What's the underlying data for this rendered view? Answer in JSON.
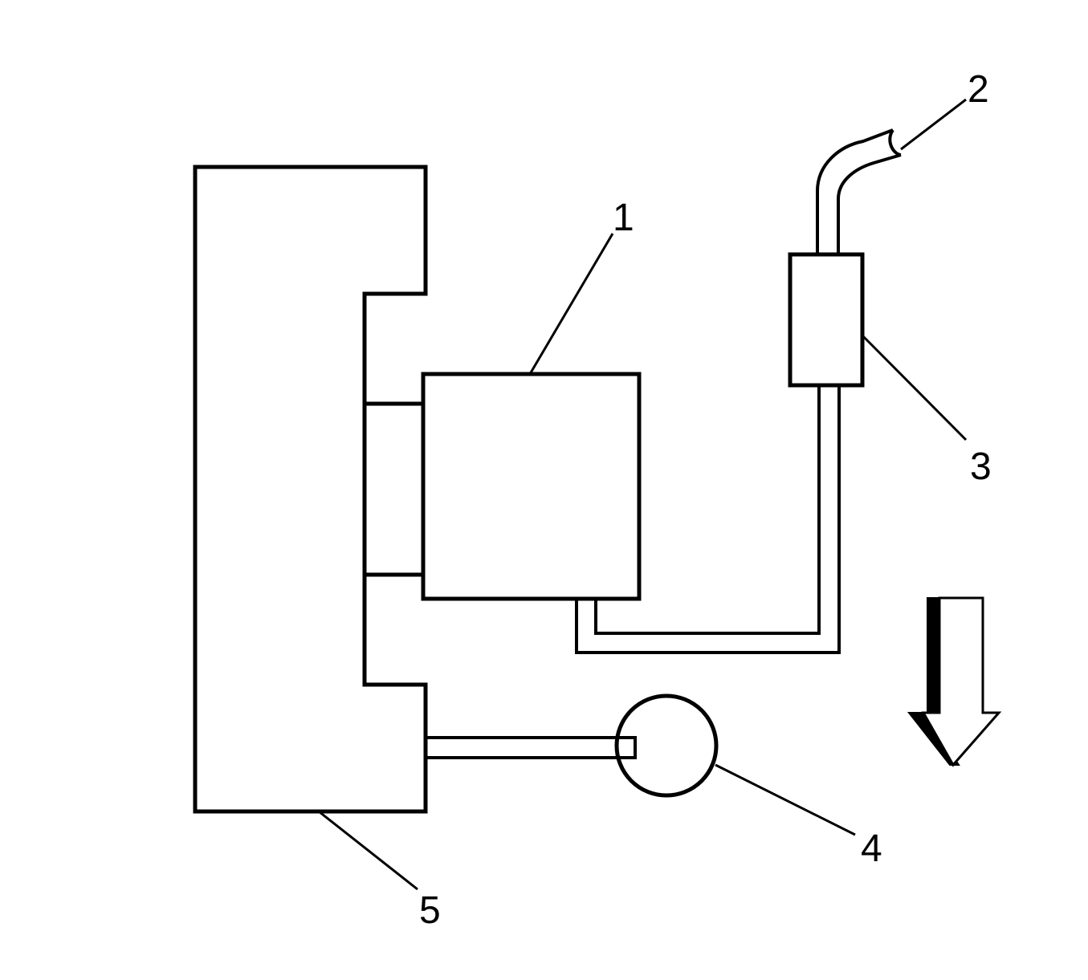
{
  "colors": {
    "stroke": "#000000",
    "background": "#ffffff"
  },
  "callouts": [
    {
      "id": "1",
      "label": "1"
    },
    {
      "id": "2",
      "label": "2"
    },
    {
      "id": "3",
      "label": "3"
    },
    {
      "id": "4",
      "label": "4"
    },
    {
      "id": "5",
      "label": "5"
    }
  ],
  "icons": {
    "direction_arrow": "arrow-down-icon"
  }
}
